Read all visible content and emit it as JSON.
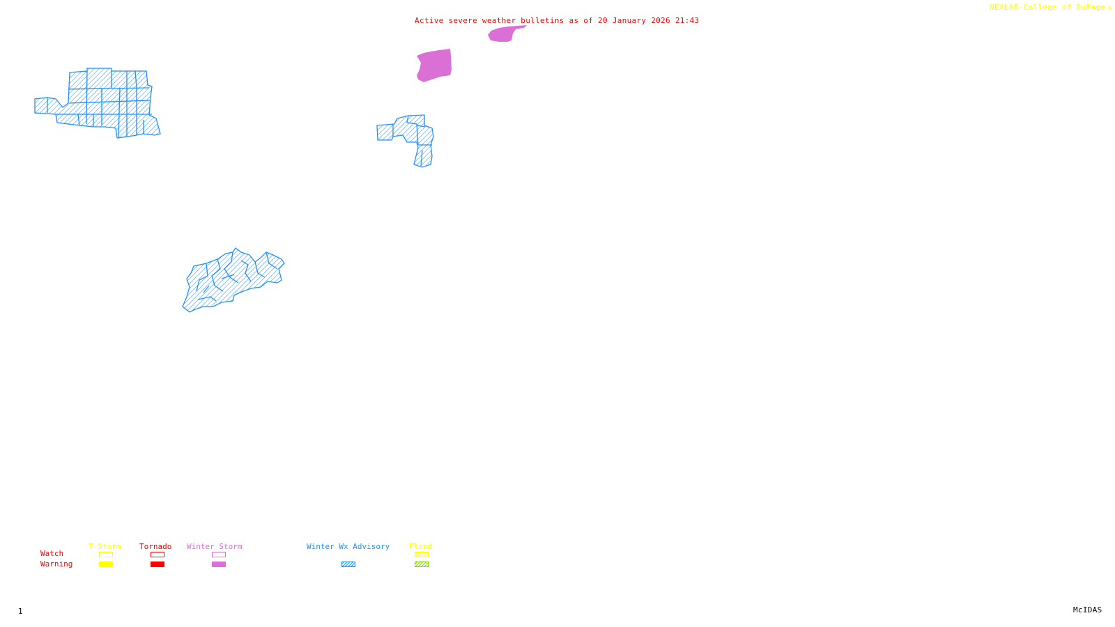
{
  "header": {
    "title": "Active severe weather bulletins as of 20 January 2026 21:43",
    "credit": "NEXLAB-College of DuPage",
    "credit_icon": "cursor-arrow-icon"
  },
  "footer": {
    "frame_number": "1",
    "software": "McIDAS"
  },
  "colors": {
    "title": "#ff0000",
    "credit": "#ffff00",
    "tstorm": "#ffff00",
    "tornado": "#ff0000",
    "winter_storm": "#da70d6",
    "winter_wx_advisory": "#1e90ff",
    "flood_watch": "#ffff00",
    "flood_warning": "#7fdf00"
  },
  "legend": {
    "row_labels": {
      "watch": "Watch",
      "warning": "Warning"
    },
    "categories": [
      {
        "key": "tstorm",
        "label": "T-Storm",
        "watch": "outline",
        "warning": "filled"
      },
      {
        "key": "tornado",
        "label": "Tornado",
        "watch": "outline",
        "warning": "filled"
      },
      {
        "key": "winter_storm",
        "label": "Winter Storm",
        "watch": "outline",
        "warning": "filled"
      },
      {
        "key": "winter_wx_advisory",
        "label": "Winter Wx Advisory",
        "watch": "none",
        "warning": "hatched"
      },
      {
        "key": "flood",
        "label": "Flood",
        "watch": "hatched",
        "warning": "hatched"
      }
    ]
  },
  "areas": [
    {
      "name": "northwest-advisory-area",
      "type": "Winter Wx Advisory"
    },
    {
      "name": "central-advisory-area",
      "type": "Winter Wx Advisory"
    },
    {
      "name": "southern-advisory-area",
      "type": "Winter Wx Advisory"
    },
    {
      "name": "winter-storm-warning-area-1",
      "type": "Winter Storm Warning"
    },
    {
      "name": "winter-storm-warning-area-2",
      "type": "Winter Storm Warning"
    }
  ]
}
